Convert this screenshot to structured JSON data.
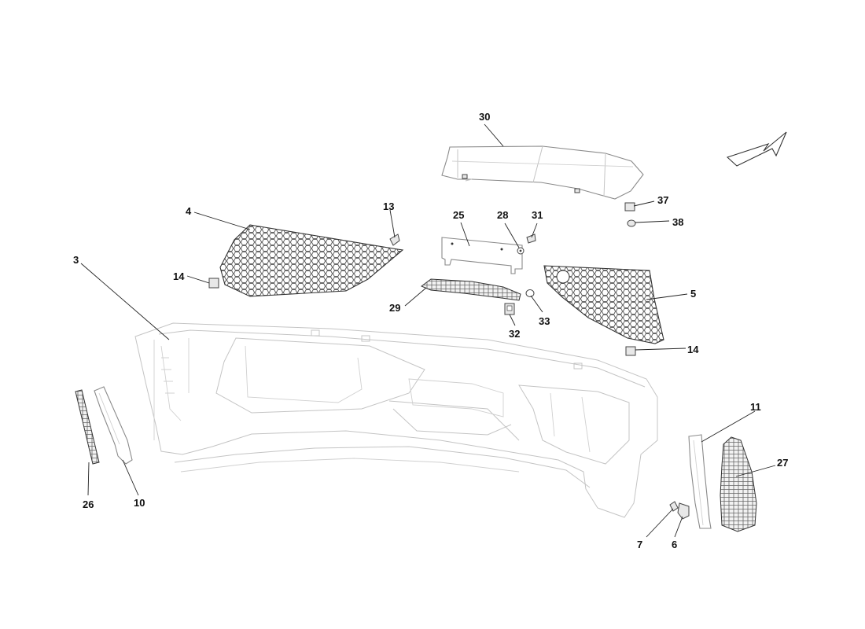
{
  "diagram": {
    "callouts": {
      "c30": "30",
      "c37": "37",
      "c38": "38",
      "c4": "4",
      "c13": "13",
      "c25": "25",
      "c28": "28",
      "c31": "31",
      "c3": "3",
      "c14a": "14",
      "c29": "29",
      "c33": "33",
      "c32": "32",
      "c5": "5",
      "c14b": "14",
      "c11": "11",
      "c27": "27",
      "c26": "26",
      "c10": "10",
      "c7": "7",
      "c6": "6"
    },
    "icons": {
      "orientation": "direction-arrow-icon"
    }
  }
}
